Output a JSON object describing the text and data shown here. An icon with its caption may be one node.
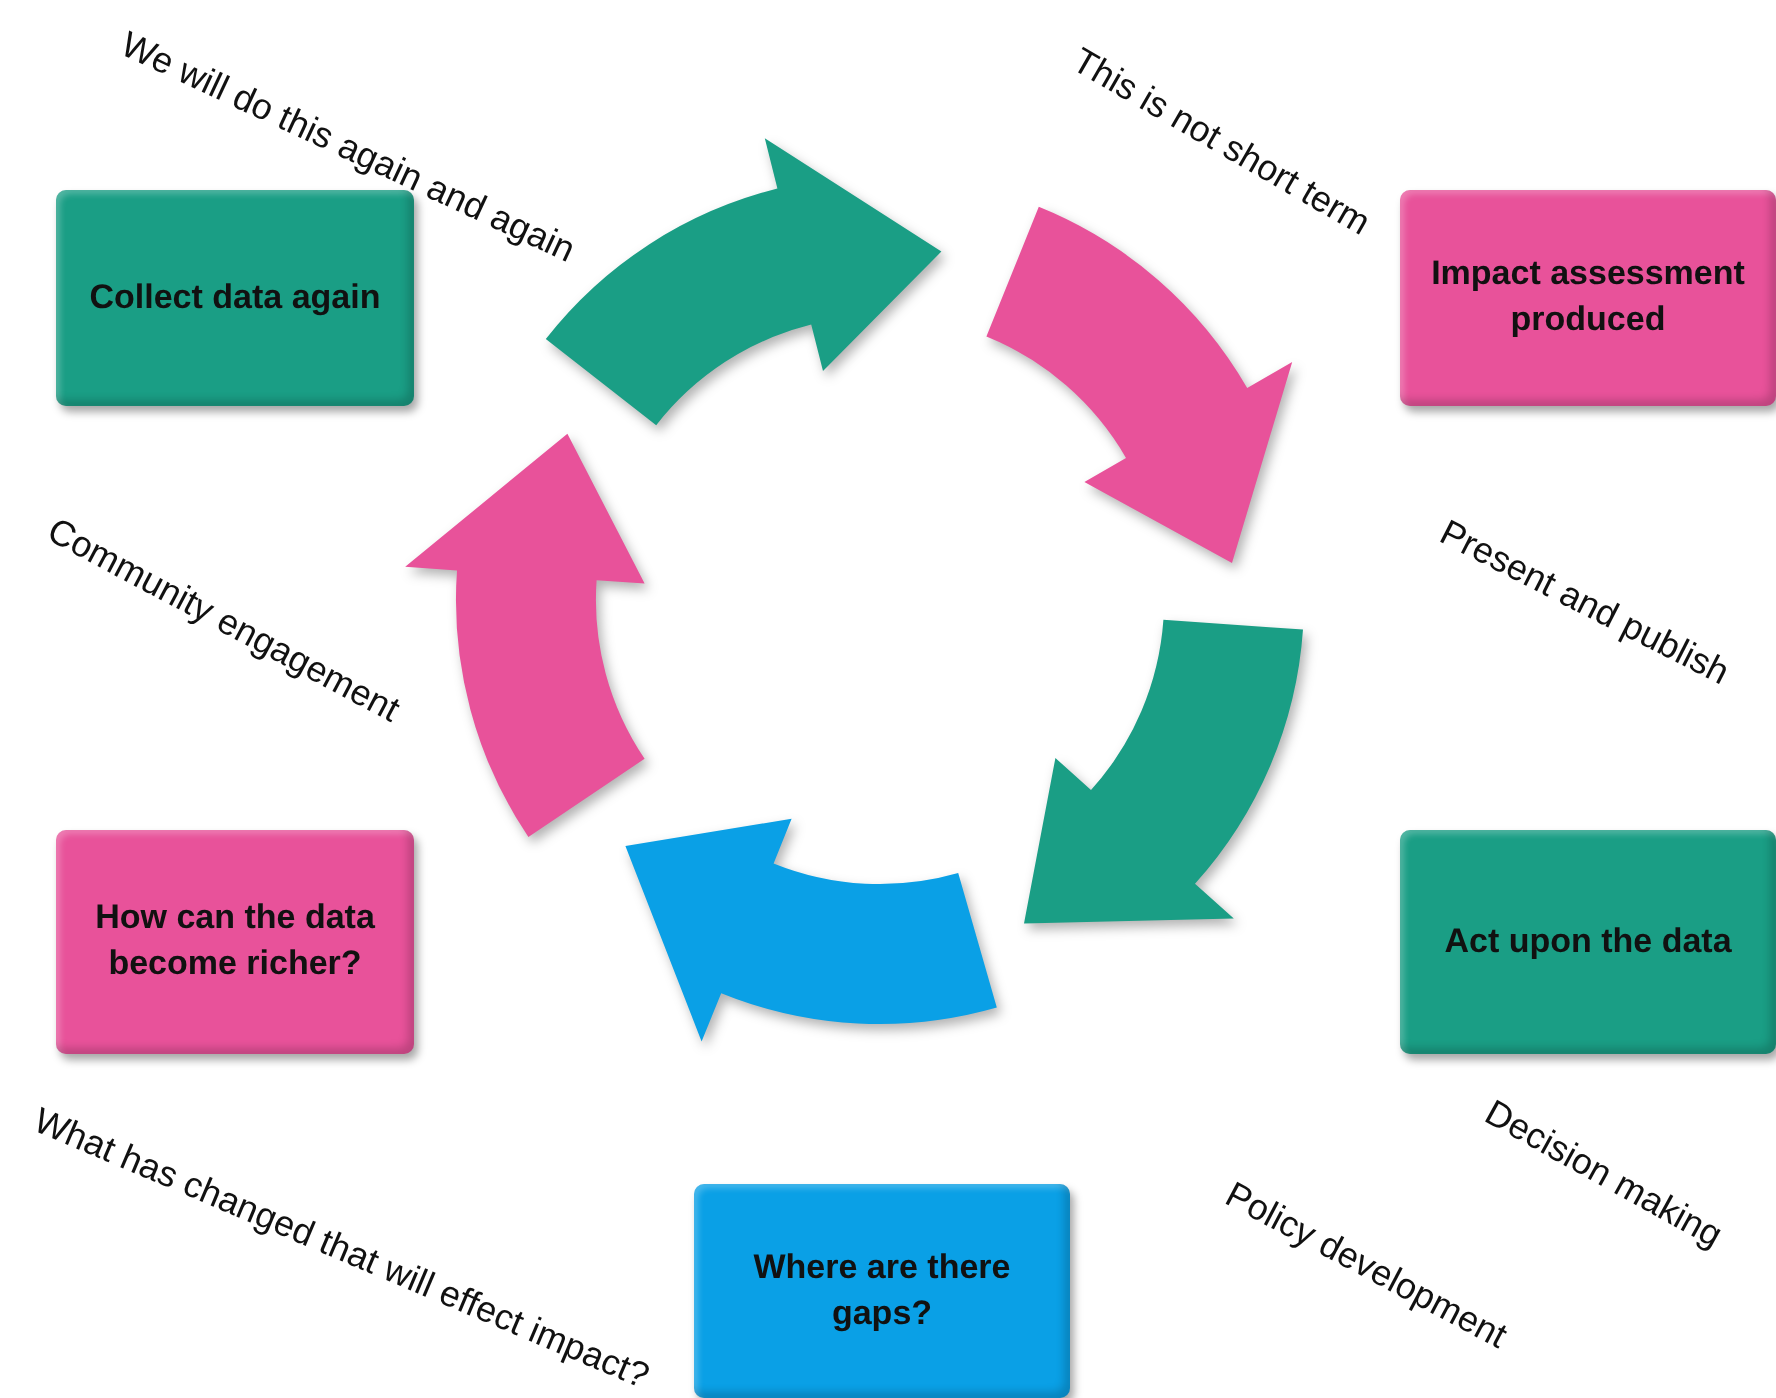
{
  "diagram": {
    "nodes": [
      {
        "text": [
          "Collect data again"
        ]
      },
      {
        "text": [
          "Impact assessment produced"
        ]
      },
      {
        "text": [
          "How can the data become richer?"
        ]
      },
      {
        "text": [
          "Act upon the data"
        ]
      },
      {
        "text": [
          "Where are there gaps?"
        ]
      }
    ],
    "labels": [
      "We will do this again and again",
      "This is not short term",
      "Community engagement",
      "Present and publish",
      "What has changed that will effect impact?",
      "Decision making",
      "Policy development"
    ]
  }
}
